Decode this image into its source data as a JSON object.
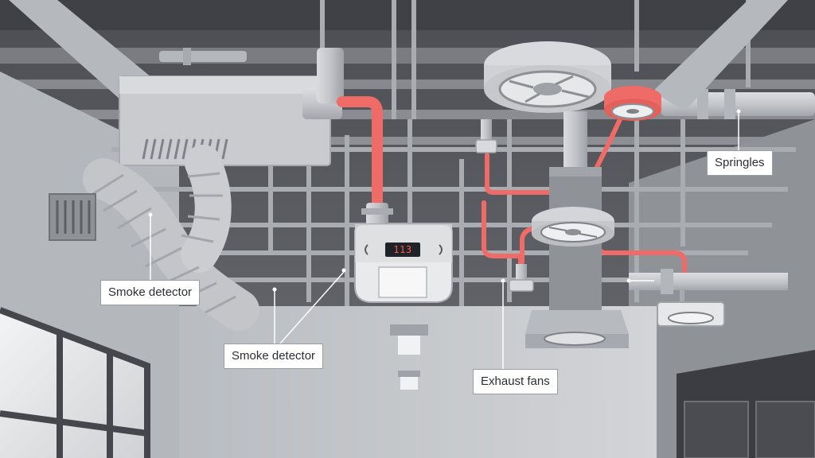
{
  "labels": {
    "smoke_detector_left": "Smoke detector",
    "smoke_detector_center": "Smoke detector",
    "exhaust_fans": "Exhaust fans",
    "sprinkles": "Springles"
  },
  "display_readout": "113",
  "colors": {
    "background": "#5e6066",
    "pipe_gray": "#c6c8cc",
    "pipe_gray_dark": "#a7aaaf",
    "highlight_red": "#ef6b67",
    "wall": "#c9cbce",
    "callout_bg": "#ffffff"
  },
  "icons": [
    "hvac-duct-icon",
    "flex-duct-icon",
    "exhaust-fan-icon",
    "sprinkler-head-icon",
    "smoke-detector-icon",
    "control-panel-icon",
    "window-icon",
    "light-fixture-icon",
    "wall-vent-icon"
  ]
}
